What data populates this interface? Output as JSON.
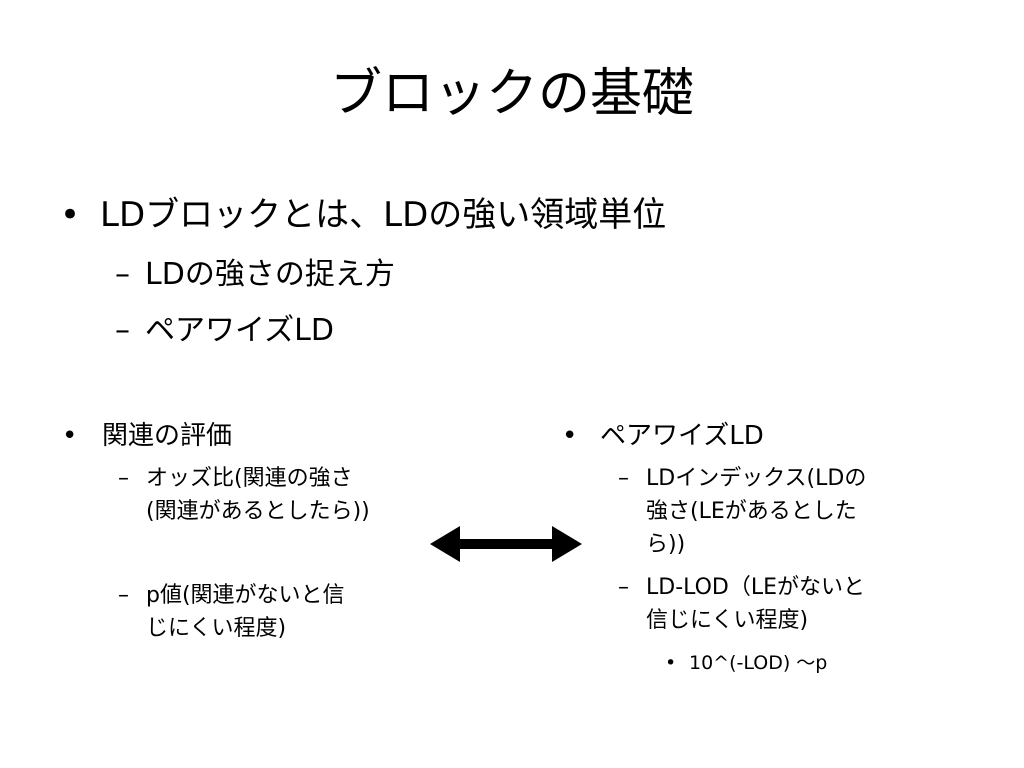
{
  "slide": {
    "title": "ブロックの基礎",
    "main_bullet": {
      "marker": "•",
      "text": "LDブロックとは、LDの強い領域単位",
      "sub": [
        {
          "marker": "–",
          "text": "LDの強さの捉え方"
        },
        {
          "marker": "–",
          "text": "ペアワイズLD"
        }
      ]
    },
    "left_column": {
      "marker": "•",
      "heading": "関連の評価",
      "items": [
        {
          "marker": "–",
          "lines": [
            "オッズ比(関連の強さ",
            "(関連があるとしたら))"
          ]
        },
        {
          "marker": "–",
          "lines": [
            "p値(関連がないと信",
            "じにくい程度)"
          ]
        }
      ]
    },
    "right_column": {
      "marker": "•",
      "heading": "ペアワイズLD",
      "items": [
        {
          "marker": "–",
          "lines": [
            "LDインデックス(LDの",
            "強さ(LEがあるとした",
            "ら))"
          ]
        },
        {
          "marker": "–",
          "lines": [
            "LD-LOD（LEがないと",
            "信じにくい程度)"
          ]
        }
      ],
      "sub_bullet": {
        "marker": "•",
        "text": "10^(-LOD) ～p"
      }
    },
    "arrow": {
      "type": "double-headed",
      "color": "#000000"
    }
  }
}
